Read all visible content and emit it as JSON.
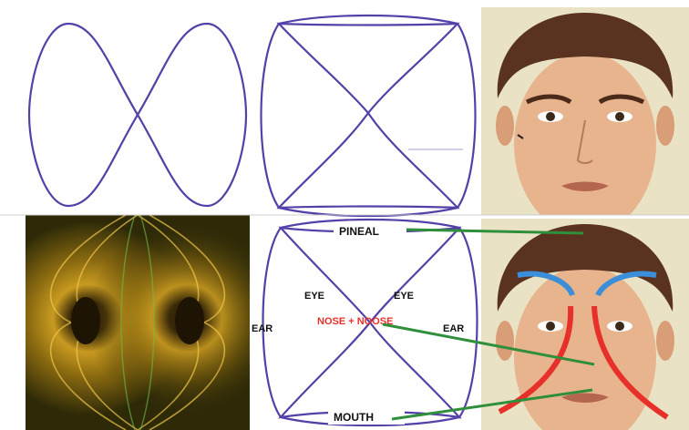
{
  "header": {
    "left_text": "",
    "red_text": ""
  },
  "labels": {
    "pineal": "PINEAL",
    "eye_left": "EYE",
    "eye_right": "EYE",
    "ear_left": "EAR",
    "ear_right": "EAR",
    "nose_nose": "NOSE + NOOSE",
    "mouth": "MOUTH"
  },
  "colors": {
    "outline": "#5540a8",
    "label": "#111111",
    "accent_red": "#e8302a",
    "connector_green": "#2f8f3a",
    "brow_blue": "#3a8fd8",
    "face_skin": "#e8b48e",
    "face_bg": "#e9e2c4",
    "hair": "#5a3320"
  }
}
